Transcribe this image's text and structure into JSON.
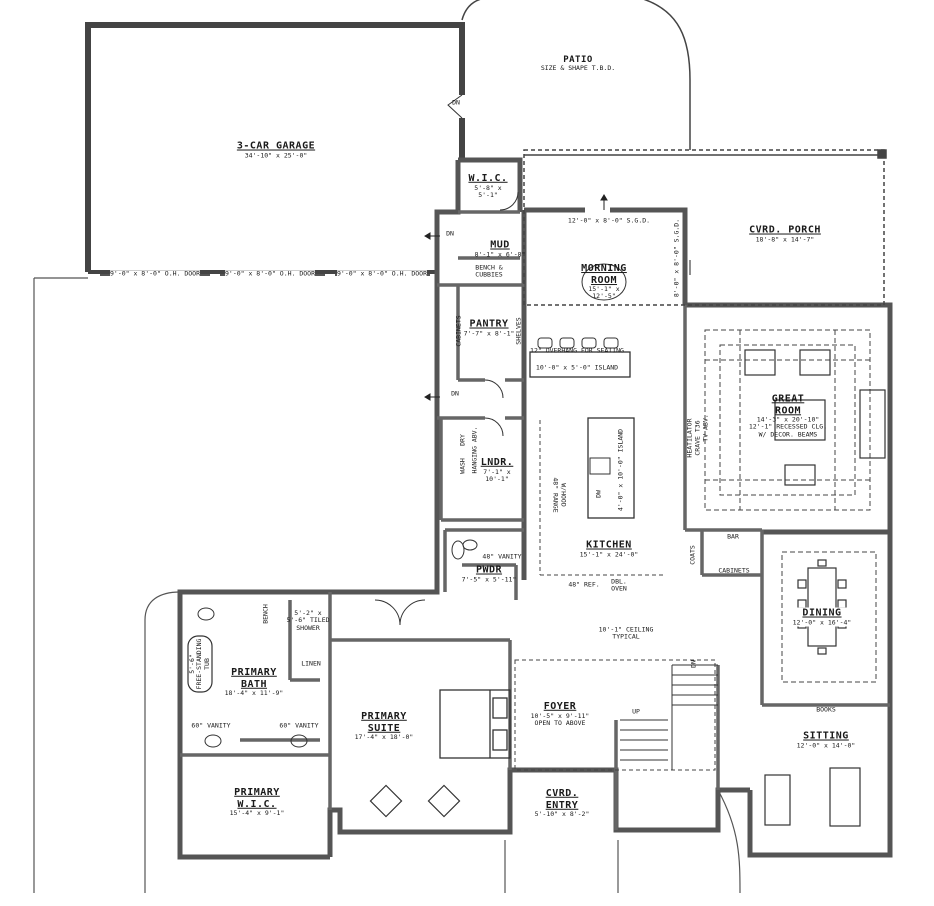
{
  "rooms": {
    "garage": {
      "name": "3-CAR GARAGE",
      "dim": "34'-10\" x 25'-0\""
    },
    "patio": {
      "name": "PATIO",
      "dim": "SIZE & SHAPE T.B.D."
    },
    "wic_mud": {
      "name": "W.I.C.",
      "dim": "5'-8\" x",
      "dim2": "5'-1\""
    },
    "mud": {
      "name": "MUD",
      "dim": "8'-1\" x 6'-8\""
    },
    "porch": {
      "name": "CVRD. PORCH",
      "dim": "18'-8\" x 14'-7\""
    },
    "morning": {
      "name": "MORNING",
      "name2": "ROOM",
      "dim": "15'-1\" x",
      "dim2": "12'-5\""
    },
    "pantry": {
      "name": "PANTRY",
      "dim": "7'-7\" x 8'-1\""
    },
    "great": {
      "name": "GREAT",
      "name2": "ROOM",
      "dim": "14'-3\" x 20'-10\"",
      "dim2": "12'-1\" RECESSED CLG.",
      "dim3": "W/ DECOR. BEAMS"
    },
    "laundry": {
      "name": "LNDR.",
      "dim": "7'-1\" x",
      "dim2": "10'-1\""
    },
    "kitchen": {
      "name": "KITCHEN",
      "dim": "15'-1\" x 24'-0\""
    },
    "powder": {
      "name": "PWDR",
      "dim": "7'-5\" x 5'-11\""
    },
    "dining": {
      "name": "DINING",
      "dim": "12'-0\" x 16'-4\""
    },
    "pbath": {
      "name": "PRIMARY",
      "name2": "BATH",
      "dim": "18'-4\" x 11'-9\""
    },
    "psuite": {
      "name": "PRIMARY",
      "name2": "SUITE",
      "dim": "17'-4\" x 18'-0\""
    },
    "foyer": {
      "name": "FOYER",
      "dim": "10'-5\" x 9'-11\"",
      "dim2": "OPEN TO ABOVE"
    },
    "sitting": {
      "name": "SITTING",
      "dim": "12'-0\" x 14'-0\""
    },
    "pwic": {
      "name": "PRIMARY",
      "name2": "W.I.C.",
      "dim": "15'-4\" x 9'-1\""
    },
    "entry": {
      "name": "CVRD.",
      "name2": "ENTRY",
      "dim": "5'-10\" x 8'-2\""
    }
  },
  "notes": {
    "garage_door_1": "9'-0\" x 8'-0\" O.H. DOOR",
    "garage_door_2": "9'-0\" x 8'-0\" O.H. DOOR",
    "garage_door_3": "9'-0\" x 8'-0\" O.H. DOOR",
    "dn_garage": "DN",
    "dn_mud": "DN",
    "dn_pantry": "DN",
    "dn_stair": "DN",
    "sgd_morning": "12'-0\" x 8'-0\" S.G.D.",
    "sgd_side": "8'-0\" x 8'-0\" S.G.D.",
    "bench": "BENCH &",
    "cubbies": "CUBBIES",
    "cabinets_pantry": "CABINETS",
    "shelves": "SHELVES",
    "overhang": "12\" OVERHANG FOR SEATING",
    "island1": "10'-0\" x 5'-0\" ISLAND",
    "island2": "4'-0\" x 10'-0\" ISLAND",
    "dry": "DRY",
    "hanging": "HANGING ABV.",
    "wash": "WASH",
    "range": "48\" RANGE",
    "hood": "W/HOOD",
    "dw": "DW",
    "heatilator": "HEATILATOR",
    "crave": "CRAVE T36",
    "tv": "TV ABV.",
    "bar": "BAR",
    "coats": "COATS",
    "cabinets_dining": "CABINETS",
    "vanity48": "48\" VANITY",
    "ref48": "48\" REF.",
    "dbl_oven": "DBL.",
    "dbl_oven2": "OVEN",
    "ceiling": "10'-1\" CEILING",
    "typical": "TYPICAL",
    "shower": "5'-2\" x",
    "shower2": "5'-6\" TILED",
    "shower3": "SHOWER",
    "bench_bath": "BENCH",
    "linen": "LINEN",
    "tub1": "5'-6\"",
    "tub2": "FREE-STANDING",
    "tub3": "TUB",
    "vanity60a": "60\" VANITY",
    "vanity60b": "60\" VANITY",
    "books": "BOOKS",
    "stair_up": "UP"
  },
  "colors": {
    "wall": "#555555",
    "wall_fill": "#6e6e6e",
    "line": "#222222",
    "dash": "#444444"
  },
  "icons": [
    "door-swing-icon",
    "dn-arrow-icon",
    "bed-icon",
    "sofa-icon",
    "chair-icon",
    "dining-table-icon",
    "tub-icon",
    "toilet-icon",
    "sink-icon",
    "stair-icon"
  ]
}
